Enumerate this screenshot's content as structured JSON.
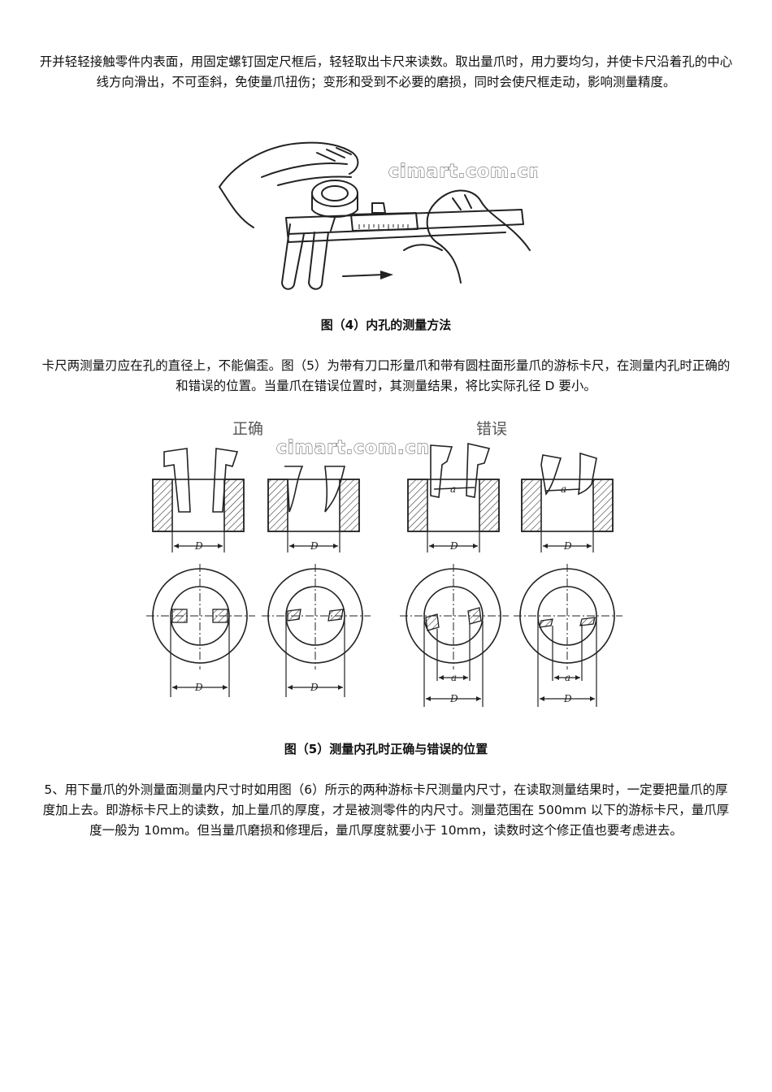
{
  "paragraph1": "开并轻轻接触零件内表面，用固定螺钉固定尺框后，轻轻取出卡尺来读数。取出量爪时，用力要均匀，并使卡尺沿着孔的中心线方向滑出，不可歪斜，免使量爪扭伤；变形和受到不必要的磨损，同时会使尺框走动，影响测量精度。",
  "figure4": {
    "watermark": "cimart.com.cn",
    "caption": "图（4）内孔的测量方法"
  },
  "paragraph2": "卡尺两测量刃应在孔的直径上，不能偏歪。图（5）为带有刀口形量爪和带有圆柱面形量爪的游标卡尺，在测量内孔时正确的和错误的位置。当量爪在错误位置时，其测量结果，将比实际孔径 D 要小。",
  "figure5": {
    "watermark": "cimart.com.cn",
    "label_correct": "正确",
    "label_wrong": "错误",
    "dim_D": "D",
    "dim_a": "a",
    "caption": "图（5）测量内孔时正确与错误的位置"
  },
  "paragraph3": "5、用下量爪的外测量面测量内尺寸时如用图（6）所示的两种游标卡尺测量内尺寸，在读取测量结果时，一定要把量爪的厚度加上去。即游标卡尺上的读数，加上量爪的厚度，才是被测零件的内尺寸。测量范围在 500mm 以下的游标卡尺，量爪厚度一般为 10mm。但当量爪磨损和修理后，量爪厚度就要小于 10mm，读数时这个修正值也要考虑进去。"
}
